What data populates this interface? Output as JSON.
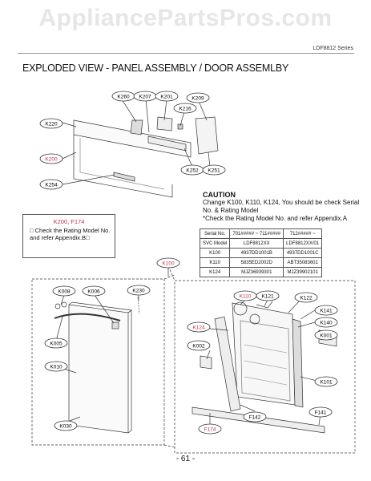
{
  "watermark": "AppliancePartsPros.com",
  "series": "LDF8812 Series",
  "title": "EXPLODED VIEW - PANEL ASSEMBLY / DOOR ASSEMLBY",
  "page_number": "- 61 -",
  "note_box": {
    "title": "K200, F174",
    "body": "□ Check the Rating Model No. and refer Appendix.B□"
  },
  "caution": {
    "heading": "CAUTION",
    "line1": "Change K100, K110, K124, You should be check Serial No. & Rating Model",
    "line2": "*Check the Rating Model No. and refer Appendix.A"
  },
  "serial_table": {
    "headers": [
      "Serial No.",
      "701##### ~ 711#####",
      "712##### ~"
    ],
    "rows": [
      [
        "SVC Model",
        "LDF8812XX",
        "LDF8812XX/01"
      ],
      [
        "K100",
        "4937DD1001B",
        "4937DD1001C"
      ],
      [
        "K110",
        "5835ED2002D",
        "ABT35083601"
      ],
      [
        "K124",
        "MJZ36939301",
        "MJZ39902101"
      ]
    ]
  },
  "labels": {
    "K260": "K260",
    "K207": "K207",
    "K201": "K201",
    "K209": "K209",
    "K216": "K216",
    "K220": "K220",
    "K200": "K200",
    "K252": "K252",
    "K251": "K251",
    "K254": "K254",
    "K100": "K100",
    "K008": "K008",
    "K006": "K006",
    "K230": "K230",
    "K005": "K005",
    "K010": "K010",
    "K030": "K030",
    "K110": "K110",
    "K121": "K121",
    "K122": "K122",
    "K141": "K141",
    "K140": "K140",
    "K124": "K124",
    "K001": "K001",
    "K002": "K002",
    "K101": "K101",
    "F142": "F142",
    "F141": "F141",
    "F174": "F174"
  },
  "colors": {
    "highlight": "#c4324a",
    "line": "#333333"
  }
}
